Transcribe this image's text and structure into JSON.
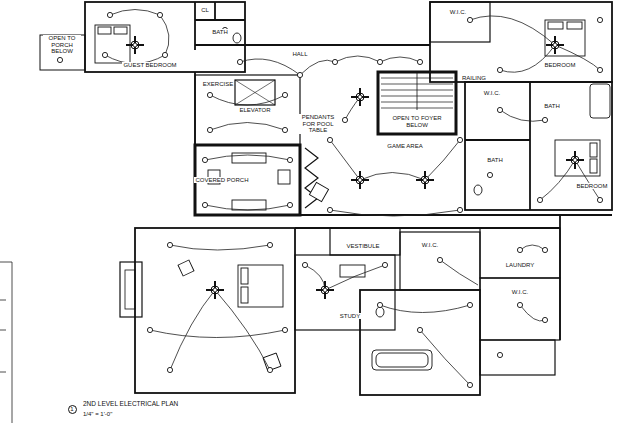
{
  "diagram": {
    "caption": "2ND LEVEL ELECTRICAL PLAN",
    "labels": [
      "GUEST BEDROOM",
      "BATH",
      "CL",
      "OPEN TO PORCH BELOW",
      "HALL",
      "ELEVATOR",
      "EXERCISE",
      "COVERED PORCH",
      "GAME AREA",
      "PENDANTS FOR POOL TABLE",
      "W.I.C.",
      "BEDROOM",
      "BATH",
      "W.I.C.",
      "BATH",
      "BEDROOM",
      "VESTIBULE",
      "STUDY",
      "W.I.C.",
      "LAUNDRY",
      "W.I.C.",
      "RAILING",
      "OPEN TO FOYER BELOW",
      "1",
      "1/4\" = 1'-0\""
    ]
  }
}
